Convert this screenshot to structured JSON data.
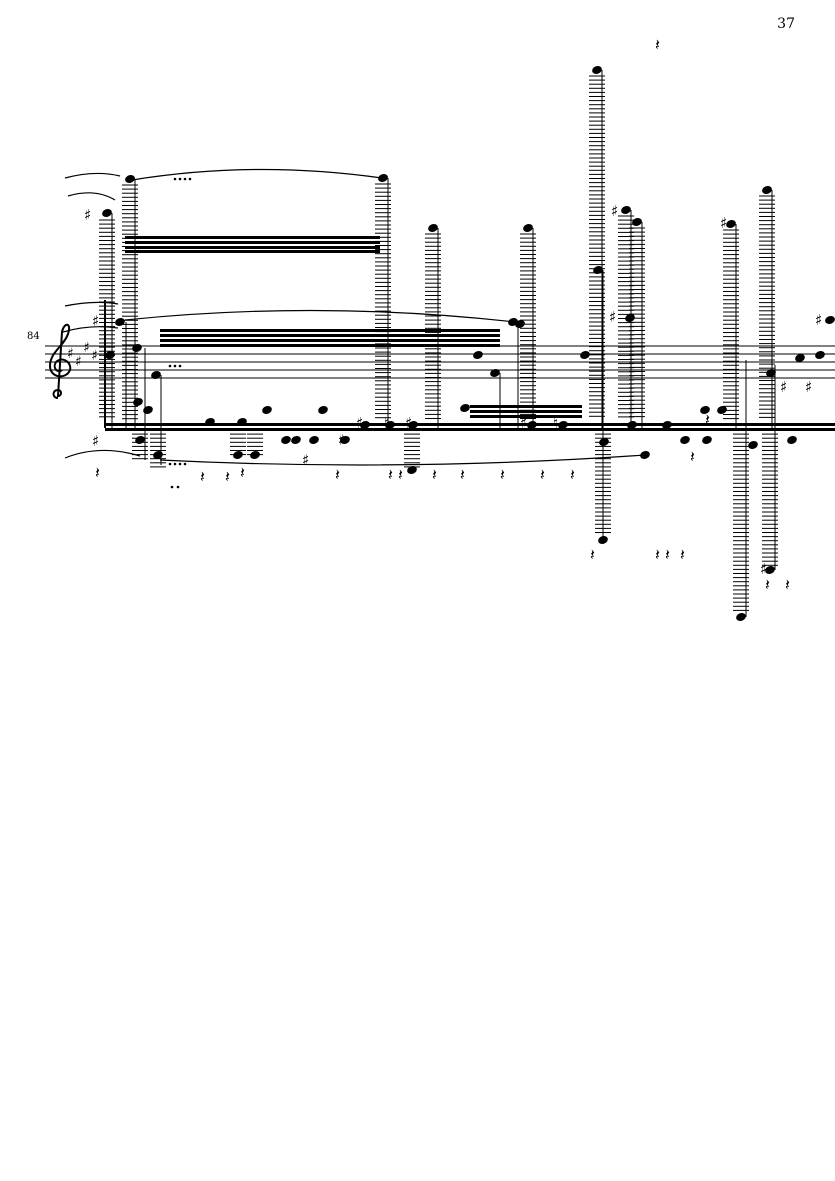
{
  "page": {
    "page_number": "37",
    "measure_number": "84"
  },
  "staff": {
    "clef": "treble",
    "key_signature": "E major (4 sharps)",
    "colors": {
      "ink": "#000000",
      "paper": "#ffffff"
    }
  }
}
